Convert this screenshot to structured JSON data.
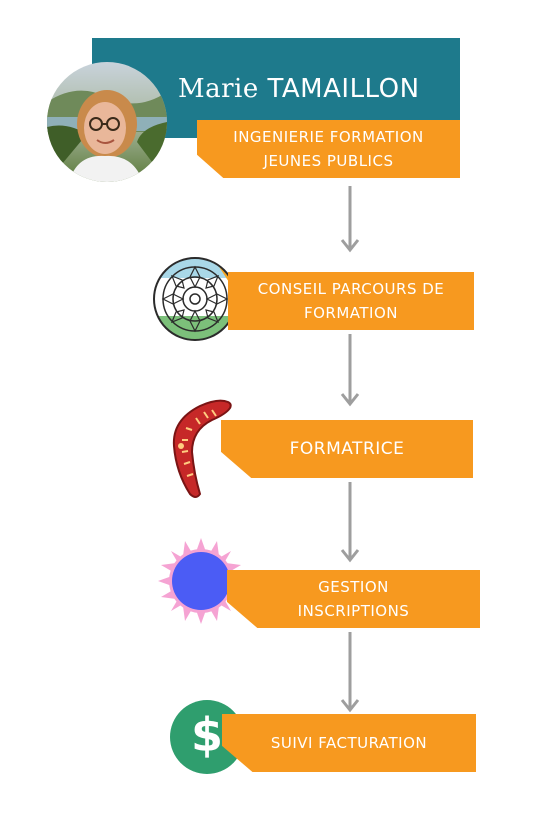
{
  "person": {
    "first_name": "Marie",
    "last_name": "TAMAILLON"
  },
  "steps": [
    {
      "label": "INGENIERIE FORMATION\nJEUNES PUBLICS",
      "icon": "profile-photo"
    },
    {
      "label": "CONSEIL PARCOURS DE\nFORMATION",
      "icon": "mandala-icon"
    },
    {
      "label": "FORMATRICE",
      "icon": "boomerang-icon"
    },
    {
      "label": "GESTION\nINSCRIPTIONS",
      "icon": "sun-circle-icon"
    },
    {
      "label": "SUIVI FACTURATION",
      "icon": "dollar-icon"
    }
  ],
  "colors": {
    "header": "#1e7a8c",
    "box": "#f7991f",
    "arrow": "#9e9e9e",
    "text": "#ffffff"
  },
  "icons": {
    "dollar_symbol": "$"
  }
}
